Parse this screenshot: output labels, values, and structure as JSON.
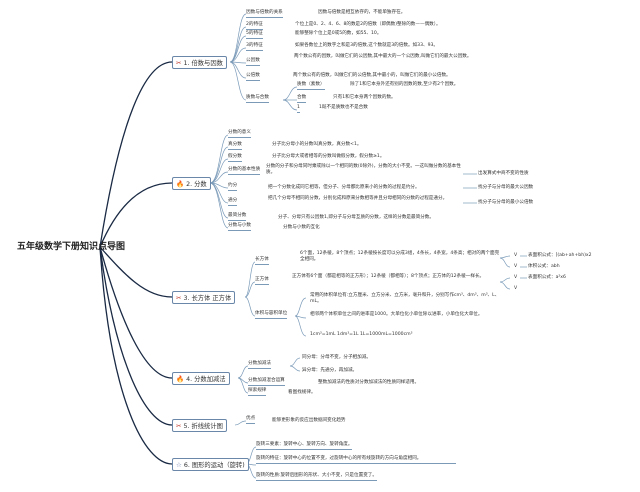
{
  "title": "五年级数学下册知识点导图",
  "sections": [
    {
      "label": "1. 倍数与因数",
      "icon": "tools-icon",
      "nodes": [
        {
          "label": "因数与倍数的关系",
          "desc": "因数与倍数是相互依存的，不能单独存在。"
        },
        {
          "label": "2的特征",
          "desc": "个位上是0、2、4、6、8的数是2的倍数（即偶数)整除的数——偶数）。"
        },
        {
          "label": "5的特征",
          "desc": "能够整除个位上是0或5的数，如55、10。"
        },
        {
          "label": "3的特征",
          "desc": "如果各数位上的数字之和是3的倍数,这个数就是3的倍数。如33、93。"
        },
        {
          "label": "公因数",
          "desc": "两个数公有的因数，叫做它们的公因数,其中最大的一个公因数,叫做它们的最大公因数。"
        },
        {
          "label": "公倍数",
          "desc": "两个数公有的倍数，叫做它们的公倍数,其中最小的，叫做它们的最小公倍数。"
        },
        {
          "label": "质数与合数",
          "children": [
            {
              "label": "质数（素数）",
              "desc": "除了1和它本身外还有别的因数的数,至少有2个因数。"
            },
            {
              "label": "合数",
              "desc": "只有1和它本身两个因数的数。"
            },
            {
              "label": "1",
              "desc": "1既不是质数也不是合数"
            }
          ]
        }
      ]
    },
    {
      "label": "2. 分数",
      "icon": "flame-icon",
      "nodes": [
        {
          "label": "分数的意义"
        },
        {
          "label": "真分数",
          "desc": "分子比分母小的分数叫真分数，真分数<1。"
        },
        {
          "label": "假分数",
          "desc": "分子比分母大或者相等的分数叫做假分数，假分数≥1。"
        },
        {
          "label": "分数的基本性质",
          "desc": "分数的分子和分母同时乘或除以一个相同的数(0除外)，分数的大小不变。一这叫做分数的基本性质。",
          "extra": "出发算式中商不变的性质"
        },
        {
          "label": "约分",
          "desc": "把一个分数化成同它相等，但分子、分母都比原来小的分数的过程是约分。",
          "extra": "找分子与分母的最大公因数"
        },
        {
          "label": "通分",
          "desc": "把几个分母不相同的分数，分别化成和原来分数相等并且分母相同的分数的过程是通分。",
          "extra": "找分子与分母的最小公倍数"
        },
        {
          "label": "最简分数",
          "desc": "分子、分母只有公因数1,即分子与分母互质的分数，这样的分数是最简分数。"
        },
        {
          "label": "分数与小数",
          "desc": "分数与小数的互化"
        }
      ]
    },
    {
      "label": "3. 长方体 正方体",
      "icon": "tools-icon",
      "nodes": [
        {
          "label": "长方体",
          "desc": "6个面，12条棱，8个顶点；12条棱按长度可以分成3组，4条长，4条宽，4条高；相对的两个面完全相同。",
          "formulas": [
            {
              "v": "V",
              "text": "表面积公式：[(ab+ah+bh)x2"
            },
            {
              "v": "V",
              "text": "体积公式：abh"
            }
          ]
        },
        {
          "label": "正方体",
          "desc": "正方体有6个面（都是相等的正方形）；12条棱（都相等）；8个顶点；正方体的12条棱一样长。",
          "formulas": [
            {
              "v": "V",
              "text": "表面积公式：a²x6"
            },
            {
              "v": "V",
              "text": ""
            }
          ]
        },
        {
          "label": "体积与容积单位",
          "children": [
            {
              "desc": "常用的体积单位有:立方厘米、立方分米、立方米，毫升和升，分别写作cm³、dm³、m³、L、mL。"
            },
            {
              "desc": "相邻两个体积单位之间的进率是1000。大单位化小单位除以进率，小单位化大单位。"
            },
            {
              "desc": "1cm³=1mL  1dm³=1L 1L=1000mL=1000cm³"
            }
          ]
        }
      ]
    },
    {
      "label": "4. 分数加减法",
      "icon": "flame-icon",
      "nodes": [
        {
          "label": "分数加减法",
          "children": [
            {
              "desc": "同分母：分母不变，分子相加减。"
            },
            {
              "desc": "异分母：先通分，再加减。"
            }
          ]
        },
        {
          "label": "分数加减混合运算",
          "desc": "整数加减法的性质对分数加减法的性质同样适用。"
        },
        {
          "label": "探索规律",
          "desc": "看图找规律。"
        }
      ]
    },
    {
      "label": "5. 折线统计图",
      "icon": "tools-icon",
      "nodes": [
        {
          "label": "优点",
          "desc": "能够更形象的反应出数据间变化趋势"
        }
      ]
    },
    {
      "label": "6. 图形的运动（旋转)",
      "icon": "star-icon",
      "nodes": [
        {
          "desc": "旋转三要素：旋转中心、旋转方向、旋转角度。"
        },
        {
          "desc": "旋转的特征：旋转中心的位置不变，过旋转中心的所有线旋转的方向与角度相同。"
        },
        {
          "desc": "旋转的性质:旋转后图形的形状、大小不变，只是位置变了。"
        }
      ]
    }
  ]
}
